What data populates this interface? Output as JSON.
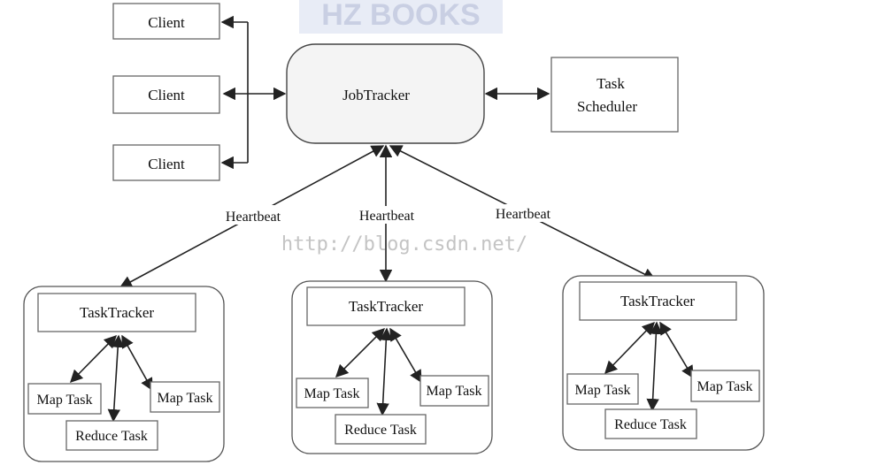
{
  "watermark": {
    "logo_text": "HZ BOOKS",
    "url_text": "http://blog.csdn.net/"
  },
  "clients": [
    "Client",
    "Client",
    "Client"
  ],
  "jobtracker": "JobTracker",
  "scheduler": [
    "Task",
    "Scheduler"
  ],
  "heartbeats": [
    "Heartbeat",
    "Heartbeat",
    "Heartbeat"
  ],
  "groups": [
    {
      "tasktracker": "TaskTracker",
      "map1": "Map Task",
      "map2": "Map Task",
      "reduce": "Reduce Task"
    },
    {
      "tasktracker": "TaskTracker",
      "map1": "Map Task",
      "map2": "Map Task",
      "reduce": "Reduce Task"
    },
    {
      "tasktracker": "TaskTracker",
      "map1": "Map Task",
      "map2": "Map Task",
      "reduce": "Reduce Task"
    }
  ]
}
